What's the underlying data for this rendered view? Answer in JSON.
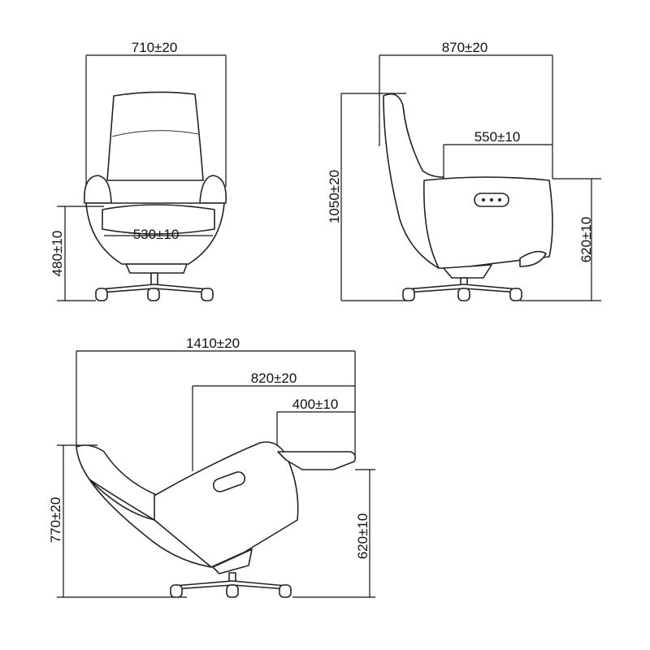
{
  "front_view": {
    "overall_width": "710±20",
    "seat_width": "530±10",
    "seat_height": "480±10"
  },
  "side_view": {
    "overall_depth": "870±20",
    "overall_height": "1050±20",
    "seat_depth": "550±10",
    "arm_height": "620±10"
  },
  "reclined_view": {
    "reclined_length": "1410±20",
    "body_length": "820±20",
    "footrest_length": "400±10",
    "reclined_height": "770±20",
    "footrest_height": "620±10"
  }
}
